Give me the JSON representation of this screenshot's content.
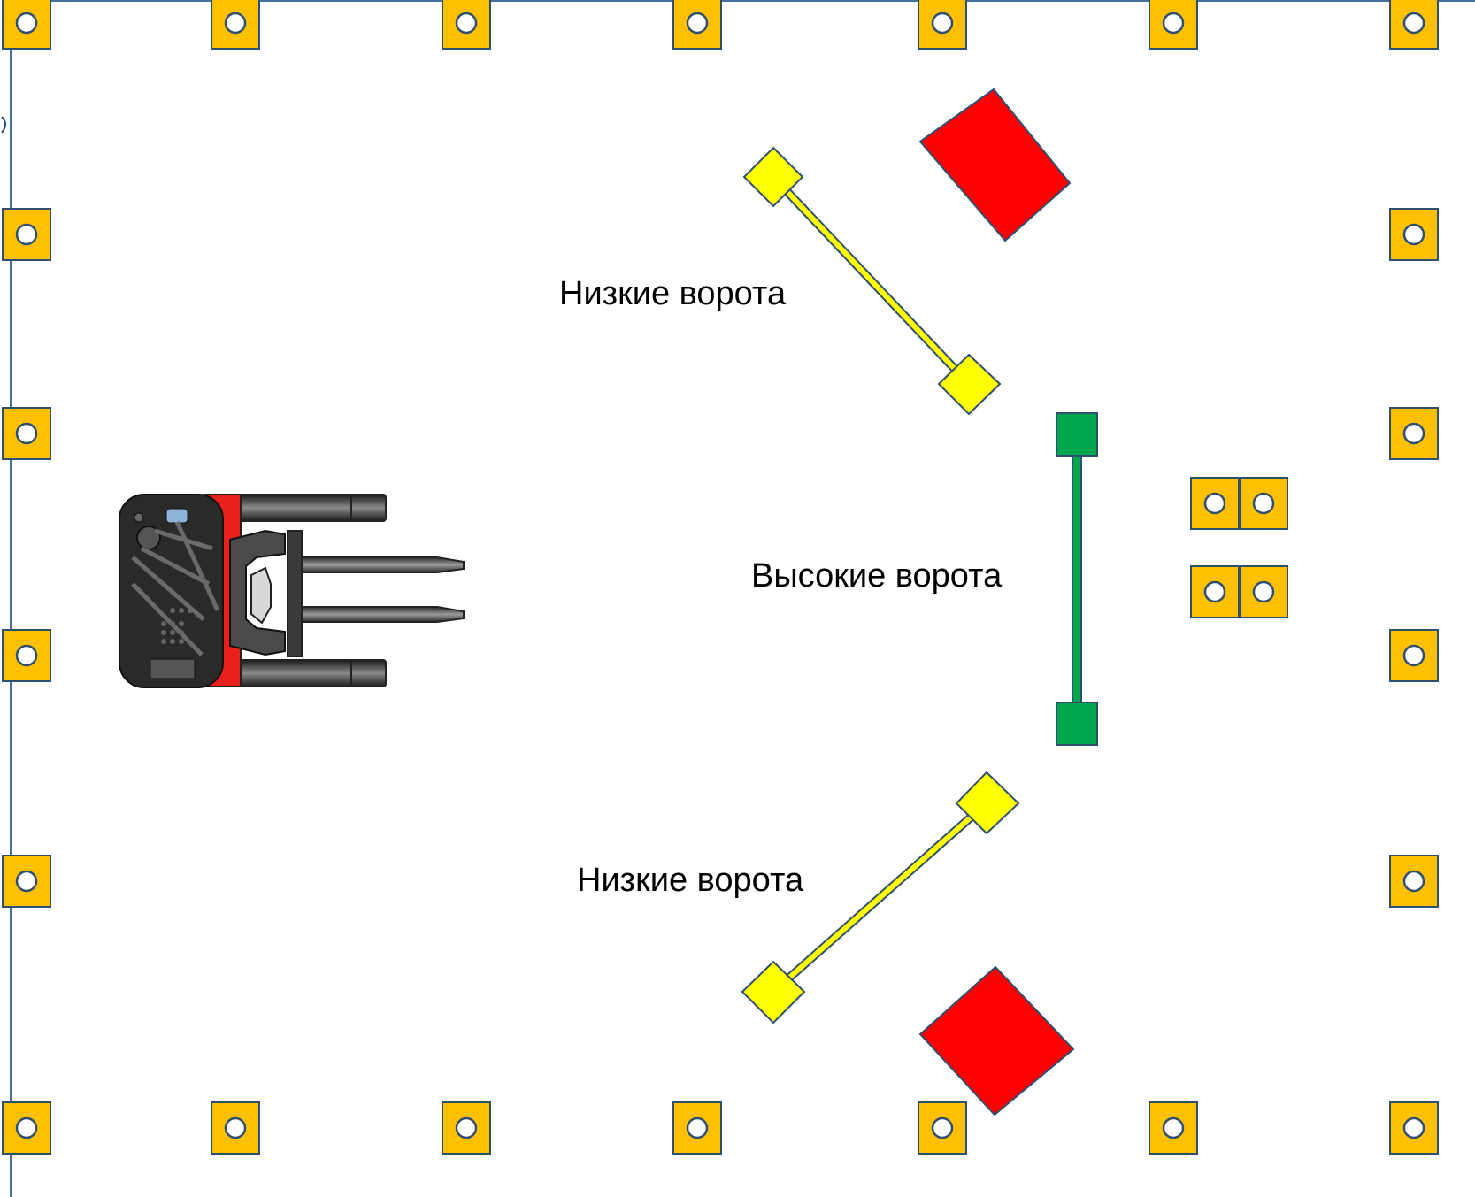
{
  "labels": {
    "low_gate_top": "Низкие ворота",
    "high_gate": "Высокие ворота",
    "low_gate_bottom": "Низкие ворота"
  },
  "colors": {
    "cone": "#FFC000",
    "outline": "#2F4F70",
    "red_block": "#FF0000",
    "low_gate": "#FFFF00",
    "high_gate": "#00A550",
    "forklift_body": "#E8201C",
    "forklift_dark": "#2A2A2A",
    "fork_gray": "#5A5A5A"
  },
  "icons": {
    "cone": "cone-marker-icon",
    "forklift": "forklift-icon"
  }
}
